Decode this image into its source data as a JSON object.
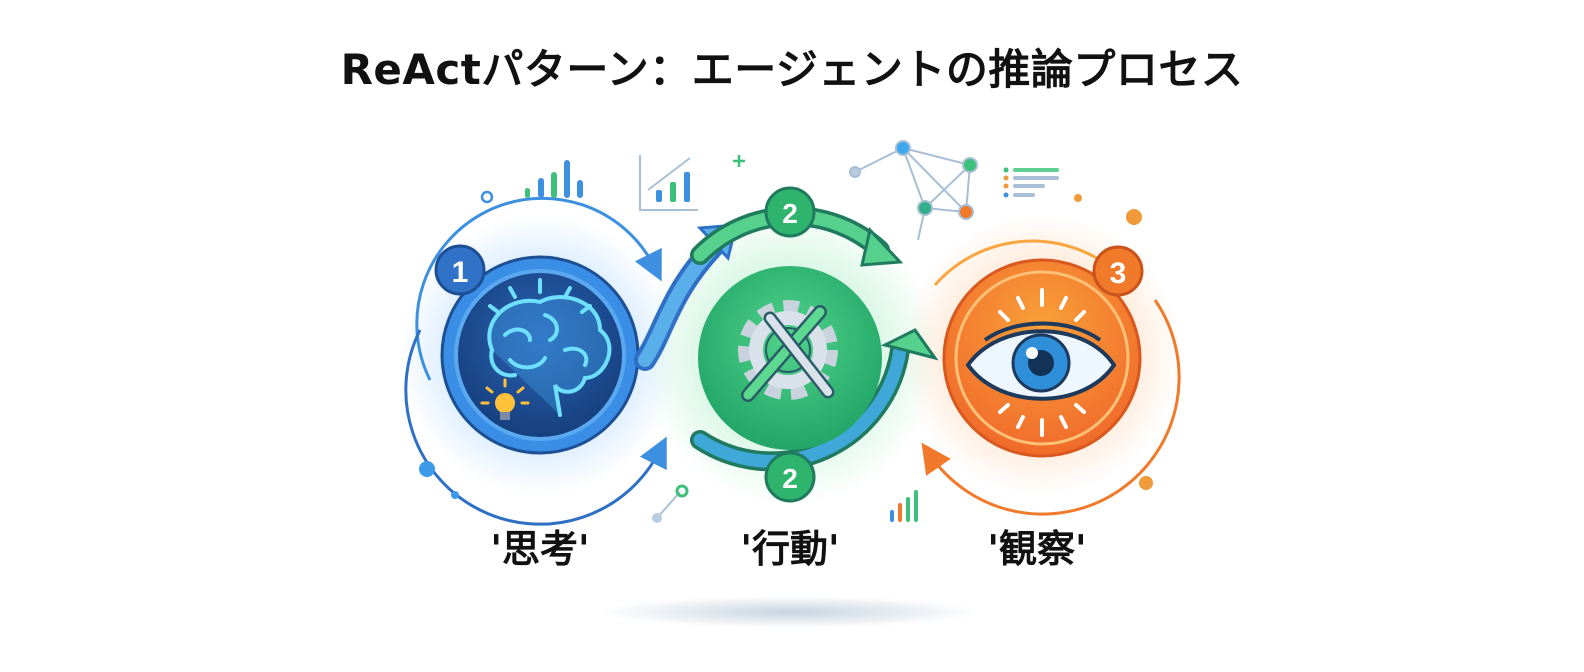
{
  "title": "ReActパターン：エージェントの推論プロセス",
  "steps": [
    {
      "number": "1",
      "label": "'思考'",
      "icon": "brain-icon",
      "color": "#2f80d8"
    },
    {
      "number": "2",
      "label": "'行動'",
      "icon": "gear-wrench-icon",
      "color": "#2fb46e"
    },
    {
      "number": "3",
      "label": "'観察'",
      "icon": "eye-icon",
      "color": "#f07a2a"
    }
  ],
  "badges": {
    "thought": "1",
    "action_top": "2",
    "action_bottom": "2",
    "observation": "3"
  },
  "colors": {
    "blue": "#2f80d8",
    "dark_blue": "#1d4f95",
    "green": "#3cc07a",
    "dark_green": "#1f7a5e",
    "orange": "#f07a2a",
    "light_orange": "#f9a640"
  }
}
